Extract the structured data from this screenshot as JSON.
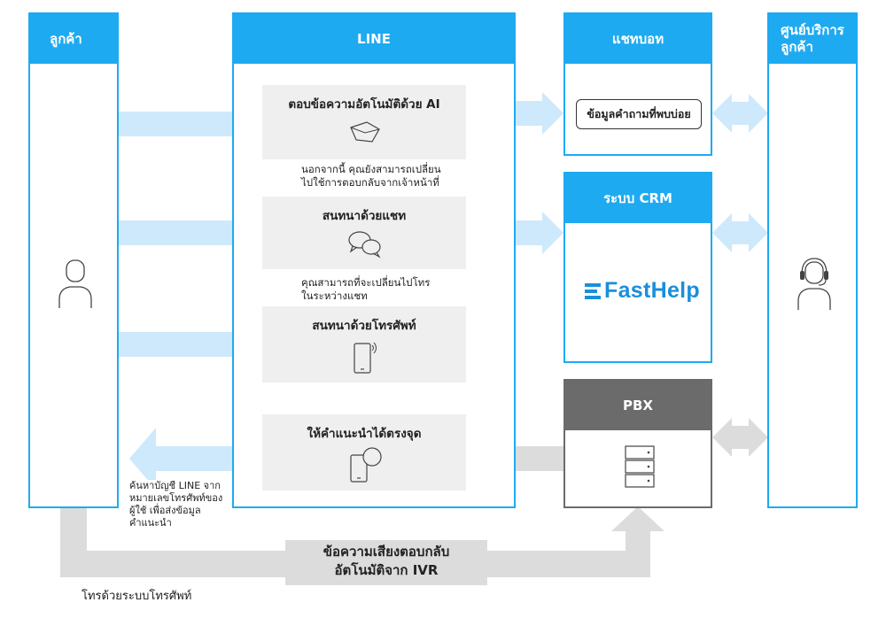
{
  "columns": {
    "customer": "ลูกค้า",
    "line": "LINE",
    "chatbot": "แชทบอท",
    "crm": "ระบบ CRM",
    "pbx": "PBX",
    "support_center": "ศูนย์บริการ\nลูกค้า"
  },
  "line_cards": {
    "ai_reply": "ตอบข้อความอัตโนมัติด้วย AI",
    "chat": "สนทนาด้วยแชท",
    "phone": "สนทนาด้วยโทรศัพท์",
    "pinpoint": "ให้คำแนะนำได้ตรงจุด"
  },
  "notes": {
    "switch_to_staff": "นอกจากนี้ คุณยังสามารถเปลี่ยน\nไปใช้การตอบกลับจากเจ้าหน้าที่",
    "switch_to_phone": "คุณสามารถที่จะเปลี่ยนไปโทร\nในระหว่างแชท",
    "lookup": "ค้นหาบัญชี LINE จาก\nหมายเลขโทรศัพท์ของ\nผู้ใช้ เพื่อส่งข้อมูล\nคำแนะนำ"
  },
  "chatbot_faq": "ข้อมูลคำถามที่พบบ่อย",
  "crm_logo": "FastHelp",
  "ivr_label": "ข้อความเสียงตอบกลับ\nอัตโนมัติจาก IVR",
  "bottom_label": "โทรด้วยระบบโทรศัพท์",
  "icons": [
    "robot-chat-icon",
    "chat-bubbles-icon",
    "smartphone-icon",
    "phone-message-icon",
    "server-icon",
    "user-icon",
    "headset-agent-icon"
  ],
  "colors": {
    "accent": "#1eaaf1",
    "arrow_blue": "#cde9fb",
    "arrow_gray": "#dcdcdc",
    "pbx": "#6b6b6b",
    "card_bg": "#efefef",
    "logo": "#1a8fdc"
  }
}
